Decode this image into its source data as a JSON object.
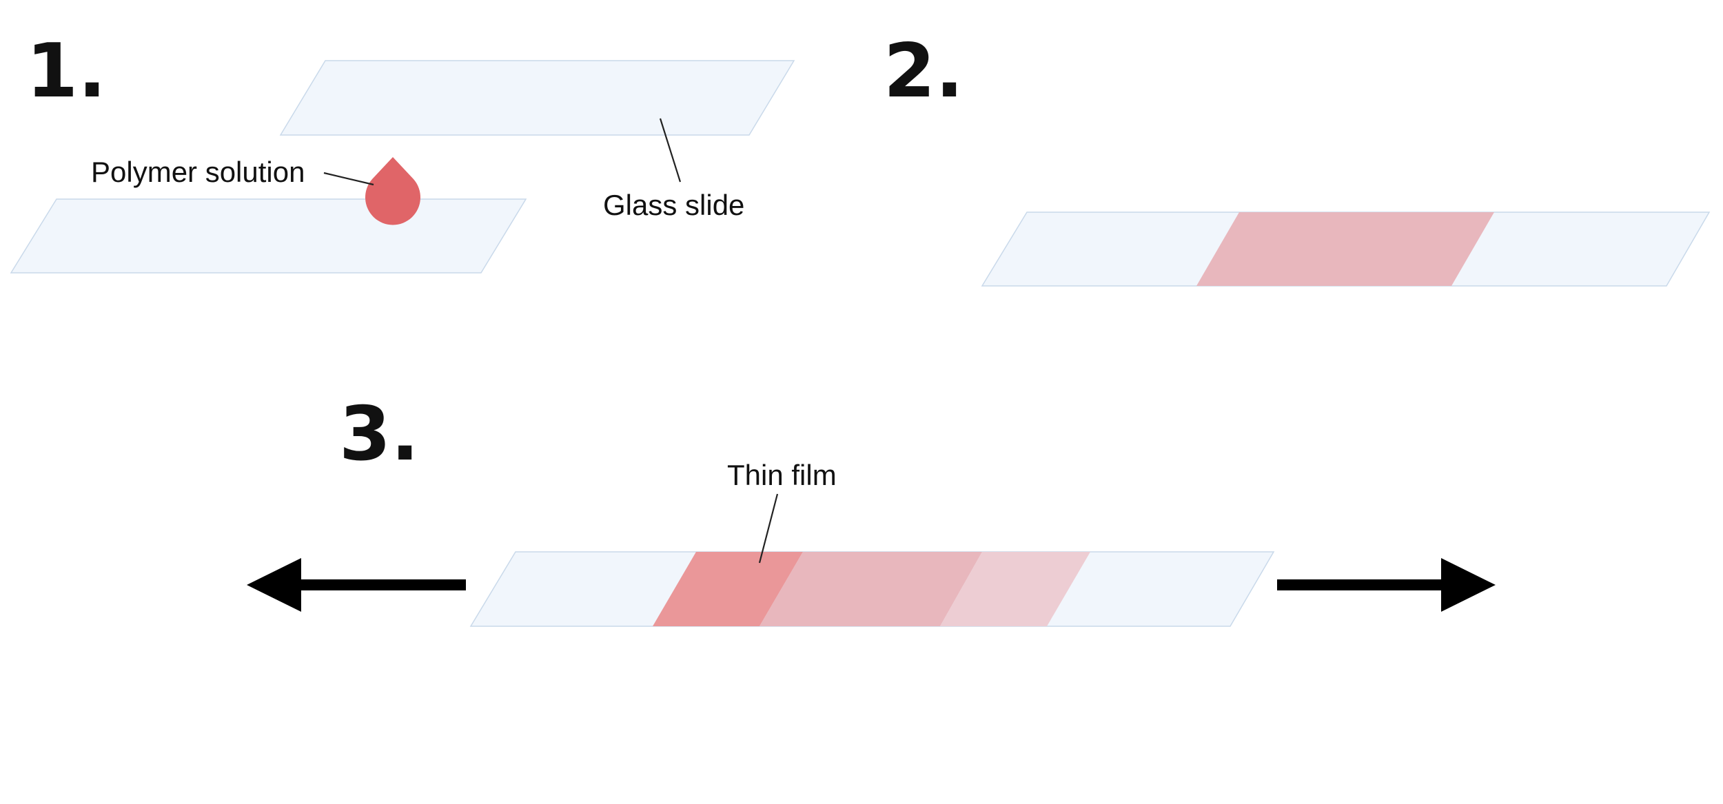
{
  "steps": [
    {
      "number": "1."
    },
    {
      "number": "2."
    },
    {
      "number": "3."
    }
  ],
  "labels": {
    "polymer_solution": "Polymer solution",
    "glass_slide": "Glass slide",
    "thin_film": "Thin film"
  },
  "colors": {
    "slide_fill": "#f1f6fc",
    "slide_stroke": "#c9d9ea",
    "drop": "#e06568",
    "film_spread": "#e8b7bd",
    "film_thick": "#ea9799",
    "film_medium": "#e8b7bd",
    "film_thin": "#edcdd3",
    "arrow": "#000000"
  },
  "icons": {
    "drop": "droplet-icon",
    "left_arrow": "arrow-left-icon",
    "right_arrow": "arrow-right-icon"
  }
}
